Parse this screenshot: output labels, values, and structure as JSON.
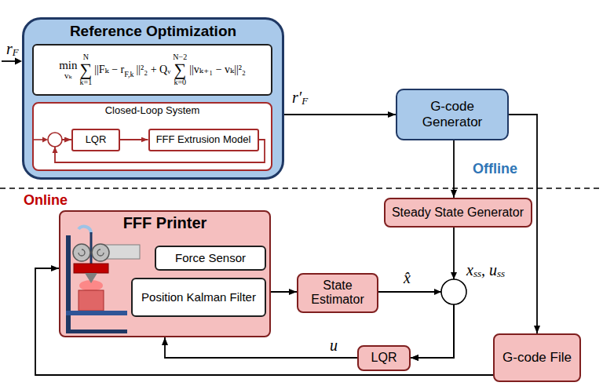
{
  "diagram": {
    "nodes": [
      {
        "text": [
          "Reference Optimization"
        ]
      },
      {
        "text": [
          "min",
          "vₖ",
          "N",
          "∑",
          "k=1",
          "||Fₖ − r",
          "F,k",
          "||²₂ + Qᵥ",
          "N−2",
          "∑",
          "k=0",
          "||vₖ₊₁ − vₖ||²₂"
        ],
        "in": 0
      },
      {
        "text": [
          "Closed-Loop System"
        ],
        "in": 0
      },
      {
        "text": [
          "LQR"
        ],
        "in": 2
      },
      {
        "text": [
          "FFF Extrusion Model"
        ],
        "in": 2
      },
      {
        "text": [
          "G-code Generator"
        ]
      },
      {
        "text": [
          "FFF Printer"
        ]
      },
      {
        "text": [
          "Force Sensor"
        ],
        "in": 6
      },
      {
        "text": [
          "Position Kalman Filter"
        ],
        "in": 6
      },
      {
        "text": [
          "Steady State Generator"
        ]
      },
      {
        "text": [
          "State Estimator"
        ]
      },
      {
        "text": [
          "G-code File"
        ]
      },
      {
        "text": [
          "LQR"
        ]
      }
    ],
    "edges": [
      {
        "from": 3,
        "to": 4,
        "arrow": "to"
      },
      {
        "from": 4,
        "to": 3,
        "arrow": "to"
      },
      {
        "from": 0,
        "to": 5,
        "arrow": "to"
      },
      {
        "from": 5,
        "to": 9,
        "arrow": "to"
      },
      {
        "from": 5,
        "to": 11,
        "arrow": "to"
      },
      {
        "from": 11,
        "to": 6,
        "arrow": "to"
      },
      {
        "from": 12,
        "to": 6,
        "arrow": "to"
      },
      {
        "from": 6,
        "to": 10,
        "arrow": "to"
      },
      {
        "from": 9,
        "to": 12,
        "arrow": "to"
      },
      {
        "from": 10,
        "to": 12,
        "arrow": "to"
      }
    ],
    "labels": [
      "r",
      "F",
      "r′",
      "F",
      "Offline",
      "Online",
      "x̂",
      "x",
      "ss",
      ", u",
      "ss",
      "u"
    ]
  }
}
